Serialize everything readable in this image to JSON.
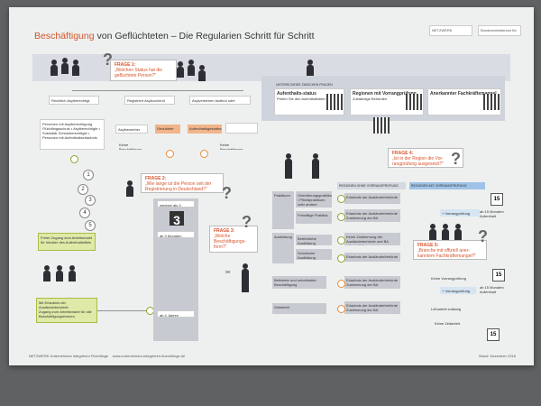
{
  "header": {
    "title_accent": "Beschäftigung",
    "title_rest": "von Geflüchteten – Die Regularien Schritt für Schritt",
    "logo_1": "NETZWERK Unternehmen integrieren Flüchtlinge",
    "logo_2": "Bundesministerium für Wirtschaft und Energie"
  },
  "frage1": {
    "label": "FRAGE 1:",
    "text": "„Welchen Status hat die geflüchtete Person?“"
  },
  "frage2": {
    "label": "FRAGE 2:",
    "text": "„Wie lange ist die Person seit der Registrierung in Deutschland?“"
  },
  "frage3": {
    "label": "FRAGE 3:",
    "text": "„Welche Beschäftigungs-form?“"
  },
  "frage4": {
    "label": "FRAGE 4:",
    "text": "„Ist in der Region die Vor-rangprüfung ausgesetzt?“"
  },
  "frage5": {
    "label": "FRAGE 5:",
    "text": "„Branche mit offiziell aner-kanntem Fachkräftemangel?“"
  },
  "status": {
    "a": "Rechtlich Asylberechtigt",
    "b": "Registriert Asylsuchend",
    "c": "Asylverfahren laufend oder abgeschlossen"
  },
  "sub": {
    "asylbewerber": "Asylbewerber",
    "geduldete": "Geduldete",
    "aufenthalt": "Aufenthaltsgestattung"
  },
  "left_box": "Personen mit Asylberechtigung Flüchtlingsschutz • Asylberechtigte • Subsidiär Schutzberechtigte • Personen mit Aufenthaltserlaubnis",
  "keine_1": "Keine Beschäftigung möglich",
  "keine_2": "Keine Beschäftigung möglich",
  "green_1": "Freier Zugang zum Arbeitsmarkt für Inhaber des Aufenthaltstitels",
  "green_2": "Mit Erlaubnis der Ausländerbehörde",
  "green_2_sub": "Zugang zum Arbeitsmarkt für alle Beschäftigungsformen",
  "timeline": {
    "a": "weniger als 3 Monate",
    "b": "ab 3 Monaten",
    "c": "ab 4 Jahren",
    "big": "3"
  },
  "numbers": [
    "1",
    "2",
    "3",
    "4",
    "5"
  ],
  "forms": {
    "praktikum": "Praktikum",
    "ausbildung": "Ausbildung",
    "beschaeftigung": "Befristete und unbefristete Beschäftigung",
    "zeitarbeit": "Zeitarbeit"
  },
  "praktikum_types": {
    "a": "Orientierungspraktikum / Pflichtpraktikum oder andere Praktika",
    "b": "Freiwillige Praktika",
    "c": "Betriebliche Ausbildung",
    "d": "Schulische Ausbildung"
  },
  "results": {
    "r1": "Erlaubnis der Ausländerbehörde",
    "r2": "Erlaubnis der Ausländerbehörde Zustimmung der BA",
    "r3": "Keine Zustimmung der Ausländerbehörde und BA erforderlich",
    "r4": "Erlaubnis der Ausländerbehörde",
    "r5": "Erlaubnis der Ausländerbehörde Zustimmung der BA",
    "r6": "Erlaubnis der Ausländerbehörde Zustimmung der BA"
  },
  "col_heads": {
    "a": "REGIONEN OHNE VORRANGPRÜFUNG",
    "b": "REGIONEN MIT VORRANGPRÜFUNG"
  },
  "cards": {
    "heading": "UNTERSCHEIDE ZWISCHEN FRAGEN",
    "c1_title": "Aufenthalts-status",
    "c2_title": "Regionen mit Vorrangprüfung",
    "c3_title": "Anerkannter Fachkräftemangel",
    "sub": "Prüfen Sie den Aufenthaltstitel",
    "sub2": "Zuständige Behörden"
  },
  "right": {
    "vorrang": "+ Vorrangprüfung",
    "keine_vorrang": "Keine Vorrangprüfung nötig",
    "ab15": "ab 15 Monaten Aufenthalt",
    "nach15": "ab 15 Monaten Aufenthalt",
    "zulaessig": "Leiharbeit zulässig",
    "keine_zeit": "Keine Zeitarbeit erlaubt",
    "cal": "15"
  },
  "footer": {
    "left": "NETZWERK Unternehmen integrieren Flüchtlinge",
    "url": "www.unternehmen-integrieren-fluechtlinge.de",
    "right": "Stand: Dezember 2016"
  }
}
